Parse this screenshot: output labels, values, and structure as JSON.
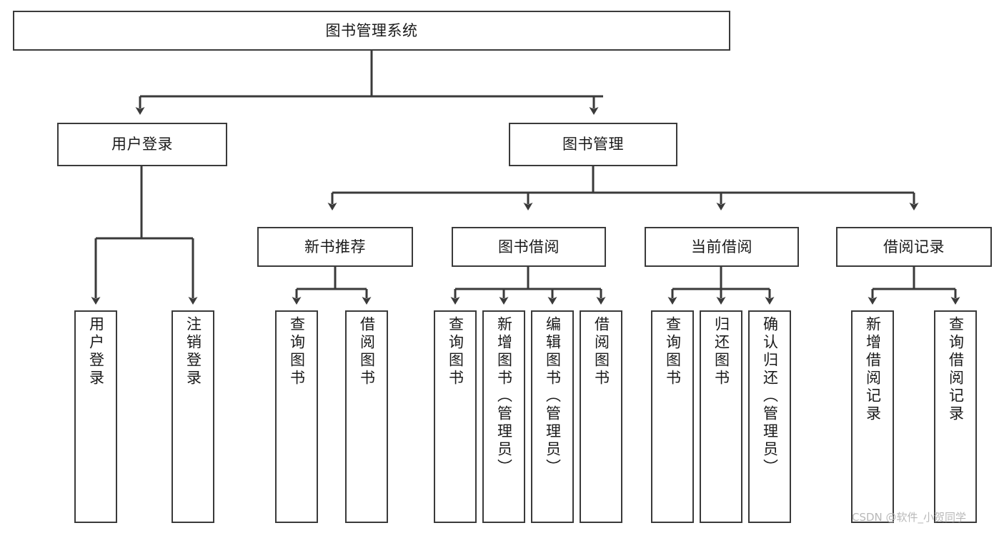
{
  "diagram": {
    "title": "图书管理系统",
    "type": "tree-hierarchy",
    "root": {
      "id": "root",
      "label": "图书管理系统"
    },
    "level1": [
      {
        "id": "user-login",
        "label": "用户登录"
      },
      {
        "id": "book-manage",
        "label": "图书管理"
      }
    ],
    "level2": [
      {
        "id": "new-book-rec",
        "label": "新书推荐",
        "parent": "book-manage"
      },
      {
        "id": "book-borrow",
        "label": "图书借阅",
        "parent": "book-manage"
      },
      {
        "id": "current-borrow",
        "label": "当前借阅",
        "parent": "book-manage"
      },
      {
        "id": "borrow-record",
        "label": "借阅记录",
        "parent": "book-manage"
      }
    ],
    "leaves": [
      {
        "id": "leaf-user-login",
        "label": "用户登录",
        "parent": "user-login"
      },
      {
        "id": "leaf-logout",
        "label": "注销登录",
        "parent": "user-login"
      },
      {
        "id": "leaf-query-book-1",
        "label": "查询图书",
        "parent": "new-book-rec"
      },
      {
        "id": "leaf-borrow-book-1",
        "label": "借阅图书",
        "parent": "new-book-rec"
      },
      {
        "id": "leaf-query-book-2",
        "label": "查询图书",
        "parent": "book-borrow"
      },
      {
        "id": "leaf-add-book",
        "label": "新增图书（管理员）",
        "parent": "book-borrow"
      },
      {
        "id": "leaf-edit-book",
        "label": "编辑图书（管理员）",
        "parent": "book-borrow"
      },
      {
        "id": "leaf-borrow-book-2",
        "label": "借阅图书",
        "parent": "book-borrow"
      },
      {
        "id": "leaf-query-book-3",
        "label": "查询图书",
        "parent": "current-borrow"
      },
      {
        "id": "leaf-return-book",
        "label": "归还图书",
        "parent": "current-borrow"
      },
      {
        "id": "leaf-confirm-return",
        "label": "确认归还（管理员）",
        "parent": "current-borrow"
      },
      {
        "id": "leaf-add-record",
        "label": "新增借阅记录",
        "parent": "borrow-record"
      },
      {
        "id": "leaf-query-record",
        "label": "查询借阅记录",
        "parent": "borrow-record"
      }
    ]
  },
  "watermark": {
    "text": "CSDN @软件_小贺同学"
  },
  "colors": {
    "stroke": "#3a3a3a",
    "text": "#1a1a1a",
    "background": "#ffffff",
    "watermark": "#b8b8b8"
  }
}
